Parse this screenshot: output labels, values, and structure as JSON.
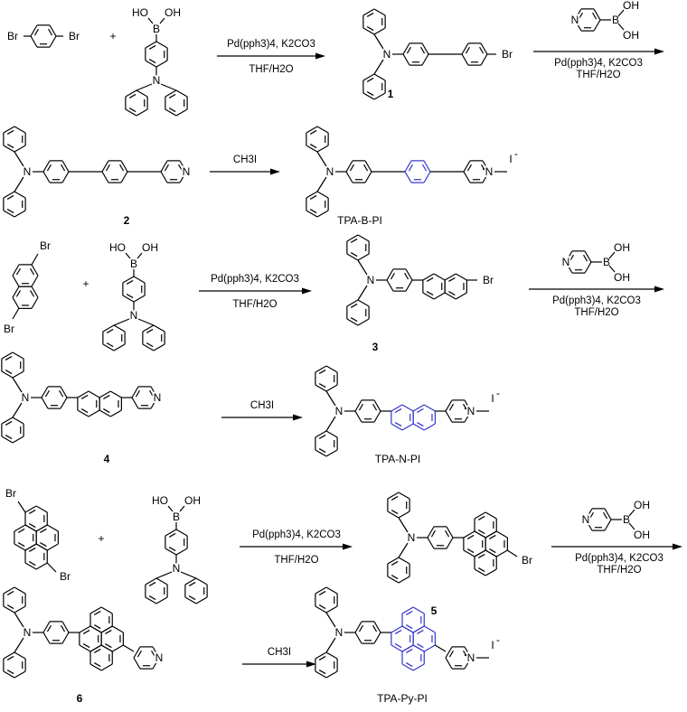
{
  "atoms": {
    "Br": "Br",
    "N": "N",
    "B": "B",
    "HO": "HO",
    "OH": "OH",
    "I": "I",
    "minus": "-",
    "plus": "+"
  },
  "conditions": {
    "suzuki_catalyst": "Pd(pph3)4, K2CO3",
    "suzuki_solvent": "THF/H2O",
    "methylation": "CH3I"
  },
  "compounds": [
    "1",
    "2",
    "3",
    "4",
    "5",
    "6"
  ],
  "products": [
    "TPA-B-PI",
    "TPA-N-PI",
    "TPA-Py-PI"
  ],
  "colors": {
    "bond": "#000000",
    "highlight": "#3434c8"
  }
}
